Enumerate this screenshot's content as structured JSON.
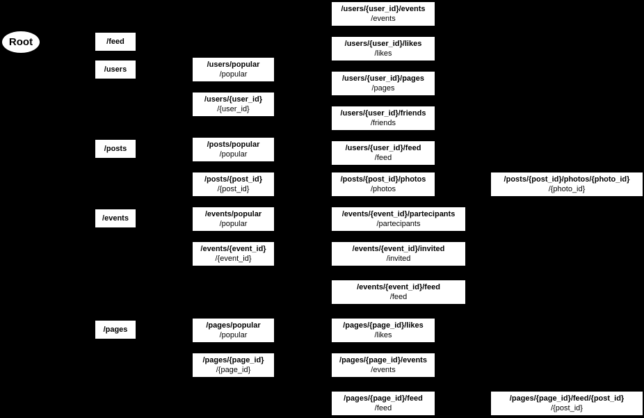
{
  "diagram": {
    "root": {
      "label": "Root"
    },
    "colors": {
      "background": "#000000",
      "node_fill": "#ffffff",
      "node_text": "#000000"
    },
    "nodes": [
      {
        "title": "/feed",
        "subtitle": ""
      },
      {
        "title": "/users",
        "subtitle": ""
      },
      {
        "title": "/posts",
        "subtitle": ""
      },
      {
        "title": "/events",
        "subtitle": ""
      },
      {
        "title": "/pages",
        "subtitle": ""
      },
      {
        "title": "/users/popular",
        "subtitle": "/popular"
      },
      {
        "title": "/users/{user_id}",
        "subtitle": "/{user_id}"
      },
      {
        "title": "/posts/popular",
        "subtitle": "/popular"
      },
      {
        "title": "/posts/{post_id}",
        "subtitle": "/{post_id}"
      },
      {
        "title": "/events/popular",
        "subtitle": "/popular"
      },
      {
        "title": "/events/{event_id}",
        "subtitle": "/{event_id}"
      },
      {
        "title": "/pages/popular",
        "subtitle": "/popular"
      },
      {
        "title": "/pages/{page_id}",
        "subtitle": "/{page_id}"
      },
      {
        "title": "/users/{user_id}/events",
        "subtitle": "/events"
      },
      {
        "title": "/users/{user_id}/likes",
        "subtitle": "/likes"
      },
      {
        "title": "/users/{user_id}/pages",
        "subtitle": "/pages"
      },
      {
        "title": "/users/{user_id}/friends",
        "subtitle": "/friends"
      },
      {
        "title": "/users/{user_id}/feed",
        "subtitle": "/feed"
      },
      {
        "title": "/posts/{post_id}/photos",
        "subtitle": "/photos"
      },
      {
        "title": "/events/{event_id}/partecipants",
        "subtitle": "/partecipants"
      },
      {
        "title": "/events/{event_id}/invited",
        "subtitle": "/invited"
      },
      {
        "title": "/events/{event_id}/feed",
        "subtitle": "/feed"
      },
      {
        "title": "/pages/{page_id}/likes",
        "subtitle": "/likes"
      },
      {
        "title": "/pages/{page_id}/events",
        "subtitle": "/events"
      },
      {
        "title": "/pages/{page_id}/feed",
        "subtitle": "/feed"
      },
      {
        "title": "/posts/{post_id}/photos/{photo_id}",
        "subtitle": "/{photo_id}"
      },
      {
        "title": "/pages/{page_id}/feed/{post_id}",
        "subtitle": "/{post_id}"
      }
    ]
  }
}
